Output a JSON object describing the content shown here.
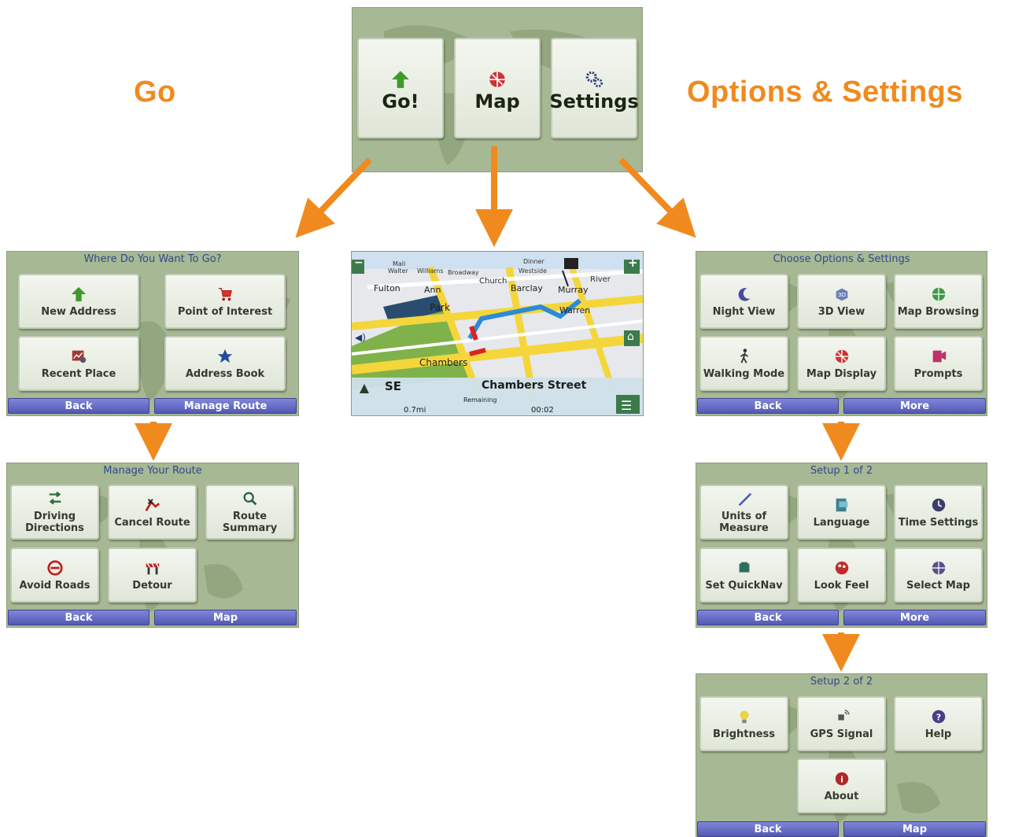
{
  "labels": {
    "go": "Go",
    "options": "Options & Settings"
  },
  "main_menu": {
    "items": [
      "Go!",
      "Map",
      "Settings"
    ]
  },
  "where": {
    "title": "Where Do You Want To Go?",
    "tiles": [
      "New Address",
      "Point of Interest",
      "Recent Place",
      "Address Book"
    ],
    "buttons": [
      "Back",
      "Manage Route"
    ]
  },
  "manage": {
    "title": "Manage Your Route",
    "tiles": [
      "Driving Directions",
      "Cancel Route",
      "Route Summary",
      "Avoid Roads",
      "Detour"
    ],
    "buttons": [
      "Back",
      "Map"
    ]
  },
  "map": {
    "streets": [
      "Mali",
      "Walter",
      "Williams",
      "Broadway",
      "Dinner",
      "Westside",
      "River",
      "Fulton",
      "Ann",
      "Church",
      "Barclay",
      "Murray",
      "Park",
      "Warren",
      "Chambers"
    ],
    "heading": "SE",
    "street": "Chambers Street",
    "distance": "0.7mi",
    "remaining_label": "Remaining",
    "remaining": "00:02"
  },
  "choose": {
    "title": "Choose Options & Settings",
    "tiles": [
      "Night View",
      "3D View",
      "Map Browsing",
      "Walking Mode",
      "Map Display",
      "Prompts"
    ],
    "buttons": [
      "Back",
      "More"
    ]
  },
  "setup1": {
    "title": "Setup 1 of 2",
    "tiles": [
      "Units of Measure",
      "Language",
      "Time Settings",
      "Set QuickNav",
      "Look Feel",
      "Select Map"
    ],
    "buttons": [
      "Back",
      "More"
    ]
  },
  "setup2": {
    "title": "Setup 2 of 2",
    "tiles": [
      "Brightness",
      "GPS Signal",
      "Help",
      "About"
    ],
    "buttons": [
      "Back",
      "Map"
    ]
  },
  "colors": {
    "accent": "#f08a1e",
    "bar": "#5b62c0",
    "screen": "#a7b894"
  }
}
